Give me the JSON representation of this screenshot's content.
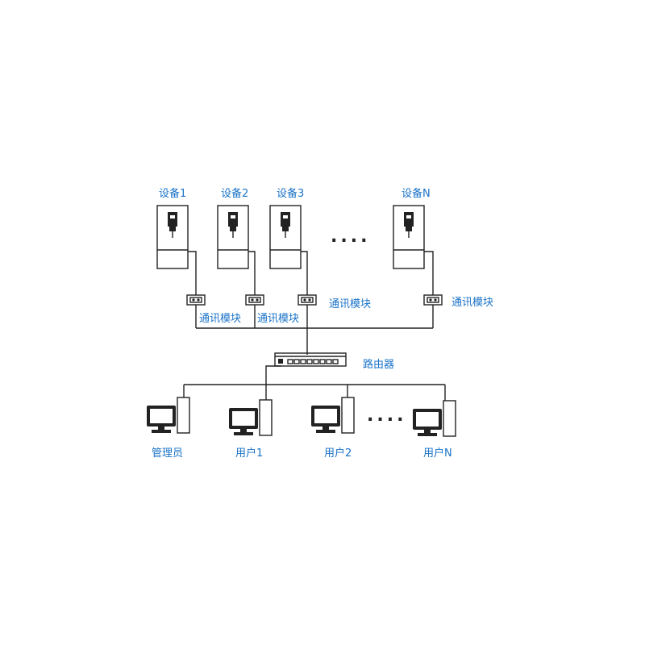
{
  "devices": [
    {
      "label": "设备1"
    },
    {
      "label": "设备2"
    },
    {
      "label": "设备3"
    },
    {
      "label": "设备N"
    }
  ],
  "device_ellipsis": "....",
  "comm_module_label": "通讯模块",
  "router": {
    "label": "路由器"
  },
  "computers": [
    {
      "label": "管理员"
    },
    {
      "label": "用户1"
    },
    {
      "label": "用户2"
    },
    {
      "label": "用户N"
    }
  ],
  "computer_ellipsis": "....",
  "colors": {
    "label": "#1a73c8",
    "line": "#222222"
  }
}
